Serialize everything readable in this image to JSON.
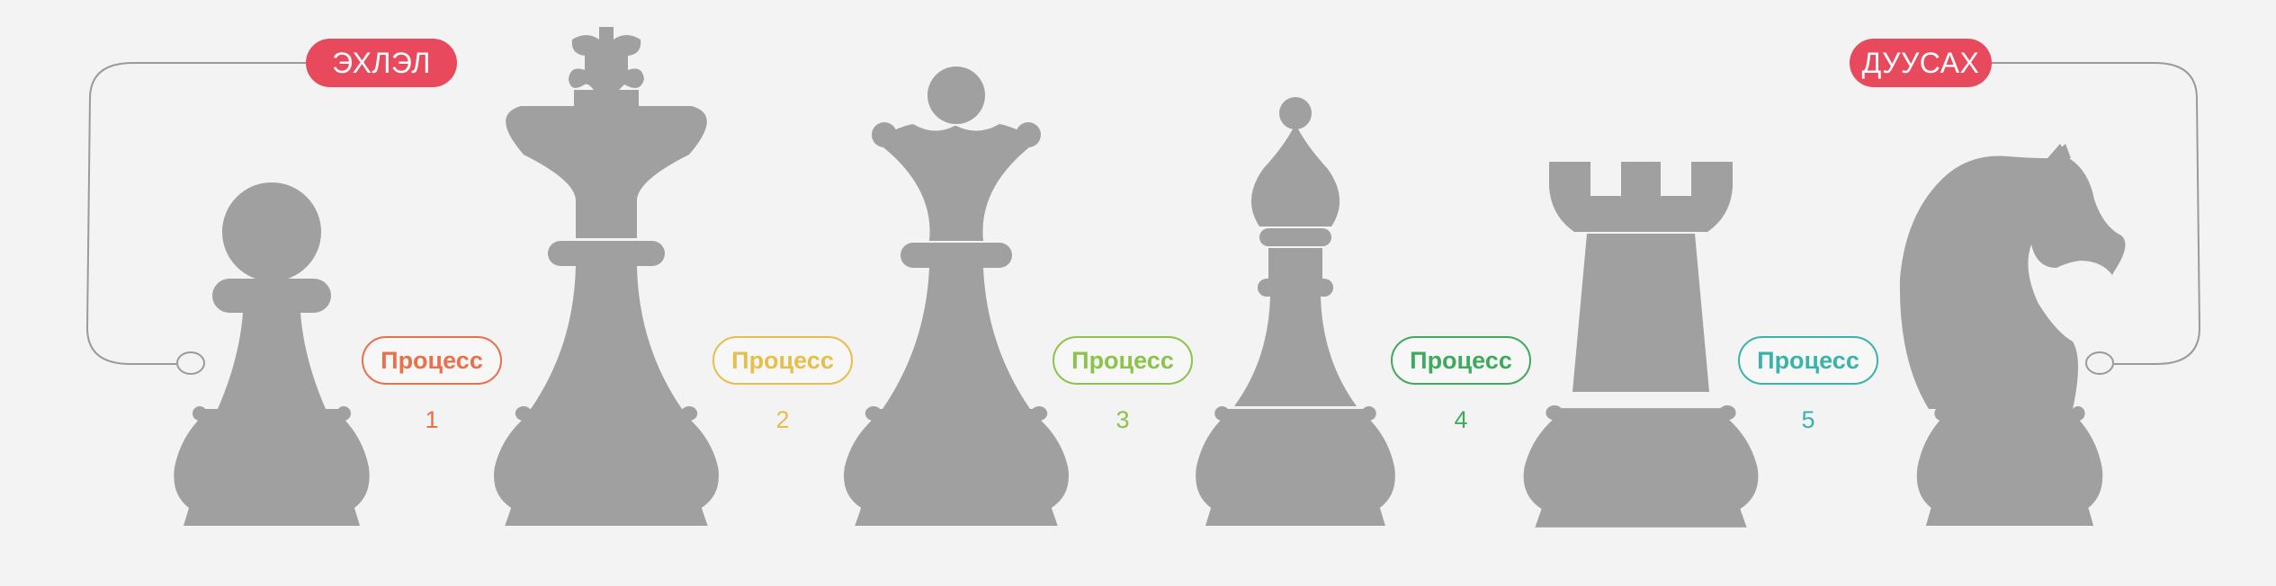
{
  "start_label": "ЭХЛЭЛ",
  "end_label": "ДУУСАХ",
  "steps": [
    {
      "label": "Процесс",
      "number": "1",
      "color": "#e8704a"
    },
    {
      "label": "Процесс",
      "number": "2",
      "color": "#e6bf4a"
    },
    {
      "label": "Процесс",
      "number": "3",
      "color": "#8cc34a"
    },
    {
      "label": "Процесс",
      "number": "4",
      "color": "#3faa5e"
    },
    {
      "label": "Процесс",
      "number": "5",
      "color": "#3ab3aa"
    }
  ],
  "pieces": [
    "pawn",
    "king",
    "queen",
    "bishop",
    "rook",
    "knight"
  ],
  "colors": {
    "piece": "#a0a0a1",
    "accent": "#e8495c",
    "connector": "#9a9a9a",
    "background": "#f3f3f3"
  }
}
